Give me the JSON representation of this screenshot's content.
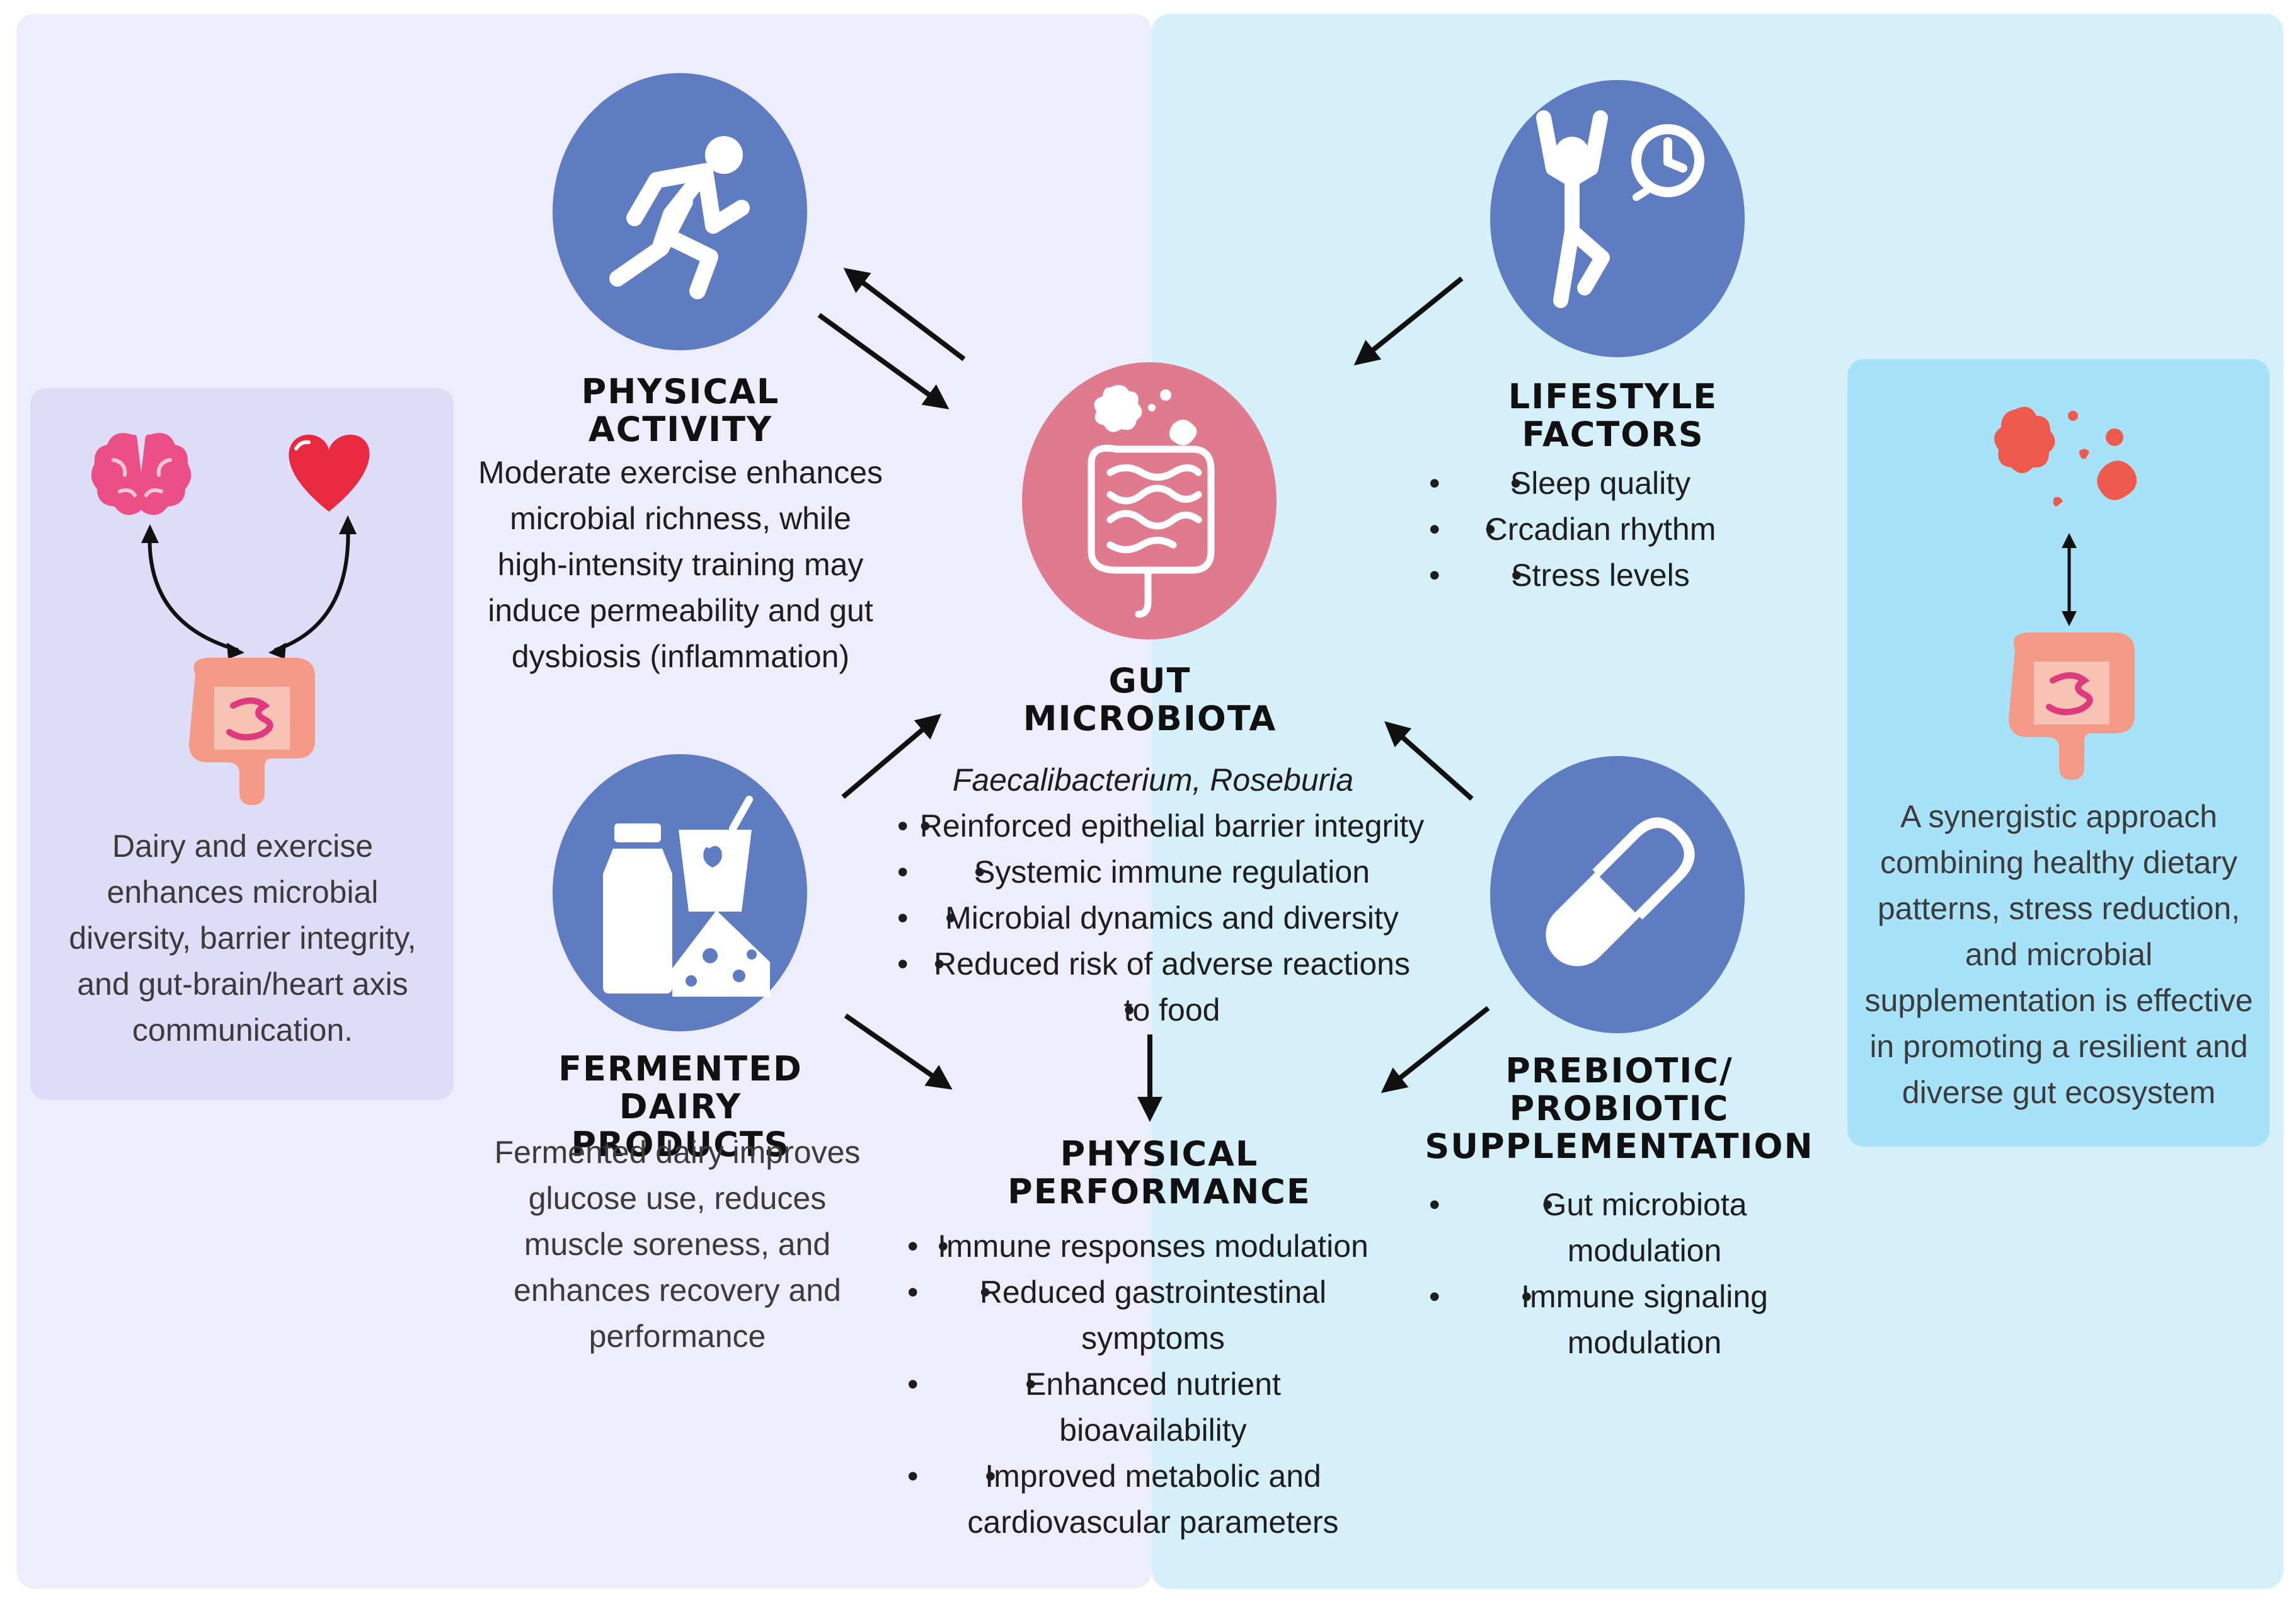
{
  "physical_activity": {
    "title_line1": "PHYSICAL",
    "title_line2": "ACTIVITY",
    "icon": "running-person-icon",
    "description": [
      "Moderate exercise enhances",
      "microbial richness, while",
      "high-intensity training may",
      "induce permeability and gut",
      "dysbiosis (inflammation)"
    ]
  },
  "lifestyle_factors": {
    "title_line1": "LIFESTYLE",
    "title_line2": "FACTORS",
    "icon": "person-clock-icon",
    "items": [
      "Sleep quality",
      "Crcadian rhythm",
      "Stress levels"
    ]
  },
  "gut_microbiota": {
    "title_line1": "GUT",
    "title_line2": "MICROBIOTA",
    "icon": "intestine-bacteria-icon",
    "species": "Faecalibacterium, Roseburia",
    "items": [
      "Reinforced epithelial barrier integrity",
      "Systemic immune regulation",
      "Microbial dynamics and diversity",
      "Reduced risk of adverse reactions",
      "to food"
    ]
  },
  "fermented_dairy": {
    "title_line1": "FERMENTED",
    "title_line2": "DAIRY PRODUCTS",
    "icon": "dairy-products-icon",
    "description": [
      "Fermented dairy improves",
      "glucose use, reduces",
      "muscle soreness, and",
      "enhances recovery and",
      "performance"
    ]
  },
  "physical_performance": {
    "title_line1": "PHYSICAL",
    "title_line2": "PERFORMANCE",
    "items": [
      {
        "line1": "Immune responses modulation",
        "line2": ""
      },
      {
        "line1": "Reduced gastrointestinal",
        "line2": "symptoms"
      },
      {
        "line1": "Enhanced nutrient",
        "line2": "bioavailability"
      },
      {
        "line1": "Improved metabolic and",
        "line2": "cardiovascular parameters"
      }
    ]
  },
  "supplementation": {
    "title_line1": "PREBIOTIC/",
    "title_line2": "PROBIOTIC",
    "title_line3": "SUPPLEMENTATION",
    "icon": "capsule-icon",
    "items": [
      {
        "line1": "Gut microbiota",
        "line2": "modulation"
      },
      {
        "line1": "Immune signaling",
        "line2": "modulation"
      }
    ]
  },
  "left_box": {
    "icons": [
      "brain-icon",
      "heart-icon",
      "intestine-icon"
    ],
    "text": [
      "Dairy and exercise",
      "enhances microbial",
      "diversity, barrier integrity,",
      "and gut-brain/heart axis",
      "communication."
    ]
  },
  "right_box": {
    "icons": [
      "bacteria-icon",
      "intestine-icon"
    ],
    "text": [
      "A synergistic approach",
      "combining healthy dietary",
      "patterns, stress reduction,",
      "and microbial",
      "supplementation is effective",
      "in promoting a resilient and",
      "diverse gut ecosystem"
    ]
  },
  "colors": {
    "left_panel": "#eeedfb",
    "right_panel": "#d6f0fb",
    "circle_blue": "#5f7cc3",
    "circle_pink": "#e07b8f",
    "left_box": "#dedcf6",
    "right_box": "#a8e2f8",
    "organ_pink": "#ec4f86",
    "bacteria_red": "#ef5a4e"
  }
}
